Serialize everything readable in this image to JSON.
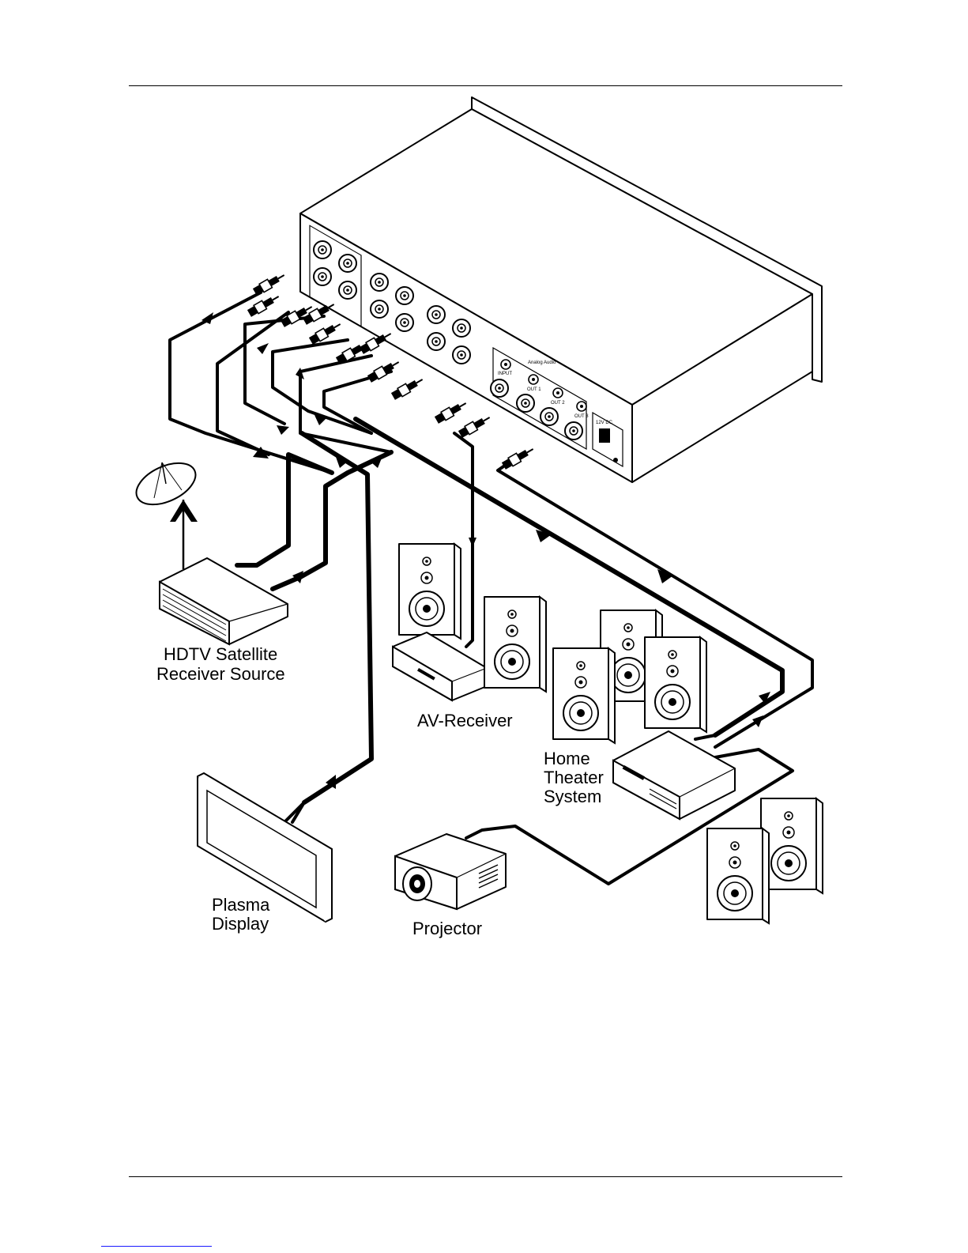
{
  "labels": {
    "hdtv_line1": "HDTV Satellite",
    "hdtv_line2": "Receiver Source",
    "av_receiver": "AV-Receiver",
    "home_line1": "Home",
    "home_line2": "Theater",
    "home_line3": "System",
    "plasma_line1": "Plasma",
    "plasma_line2": "Display",
    "projector": "Projector"
  },
  "panel": {
    "power": "12V DC",
    "input": "INPUT",
    "out1": "OUT 1",
    "out2": "OUT 2",
    "out3": "OUT 3",
    "analog_audio": "Analog Audio"
  },
  "colors": {
    "ink": "#000000",
    "paper": "#ffffff",
    "link": "#1a1aff"
  },
  "icons": [
    "satellite-dish-icon",
    "receiver-box-icon",
    "speaker-icon",
    "projector-icon",
    "plasma-display-icon",
    "distribution-amplifier-icon"
  ]
}
